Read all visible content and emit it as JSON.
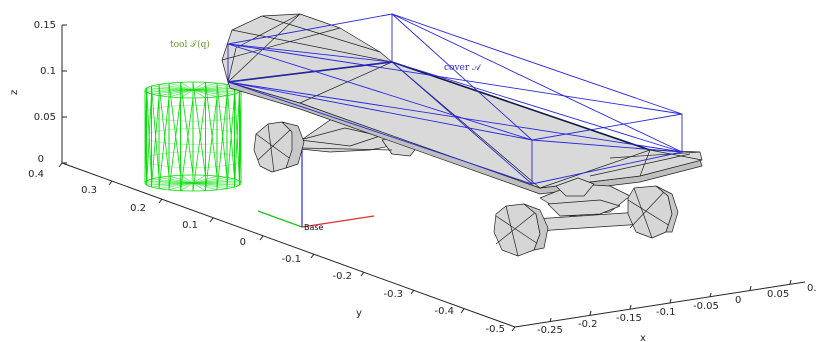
{
  "axes": {
    "z_label": "z",
    "y_label": "y",
    "x_label": "x",
    "z_ticks": [
      "0.15",
      "0.1",
      "0.05",
      "0"
    ],
    "y_ticks": [
      "0.4",
      "0.3",
      "0.2",
      "0.1",
      "0",
      "-0.1",
      "-0.2",
      "-0.3",
      "-0.4",
      "-0.5"
    ],
    "x_ticks": [
      "-0.25",
      "-0.2",
      "-0.15",
      "-0.1",
      "-0.05",
      "0",
      "0.05",
      "0."
    ]
  },
  "annotations": {
    "tool": "tool 𝒯(q)",
    "cover": "cover 𝒜",
    "base": "Base"
  },
  "colors": {
    "tool_mesh": "#00dd00",
    "cover_box": "#2828e0",
    "skateboard_fill": "#d9d9d9",
    "skateboard_edge": "#222222",
    "frame_x": "#e03030",
    "frame_y": "#20c020",
    "frame_z": "#2828e0",
    "axis": "#262626"
  }
}
